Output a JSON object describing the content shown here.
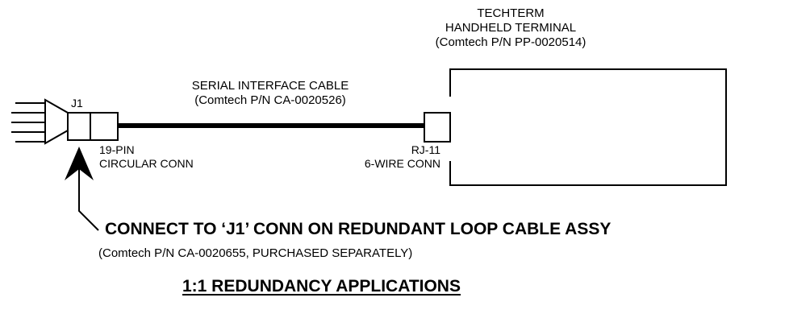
{
  "terminal": {
    "name": "TECHTERM",
    "type": "HANDHELD TERMINAL",
    "part_number": "(Comtech P/N PP-0020514)"
  },
  "cable": {
    "name": "SERIAL INTERFACE CABLE",
    "part_number": "(Comtech P/N CA-0020526)"
  },
  "left_connector": {
    "ref": "J1",
    "pins": "19-PIN",
    "type": "CIRCULAR CONN"
  },
  "right_connector": {
    "ref": "RJ-11",
    "type": "6-WIRE CONN"
  },
  "instruction": {
    "text": "CONNECT TO ‘J1’ CONN ON REDUNDANT LOOP CABLE ASSY",
    "note": "(Comtech P/N CA-0020655, PURCHASED SEPARATELY)"
  },
  "caption": "1:1 REDUNDANCY APPLICATIONS"
}
